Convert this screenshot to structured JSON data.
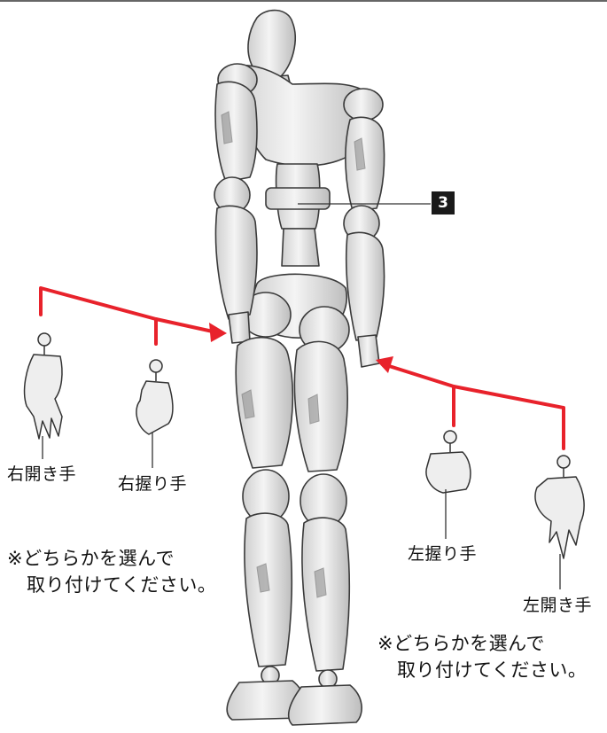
{
  "part_badge": "3",
  "hands": {
    "right_open": "右開き手",
    "right_fist": "右握り手",
    "left_fist": "左握り手",
    "left_open": "左開き手"
  },
  "notes": {
    "left": [
      "※どちらかを選んで",
      "取り付けてください。"
    ],
    "right": [
      "※どちらかを選んで",
      "取り付けてください。"
    ]
  },
  "colors": {
    "arrow": "#e8222b",
    "figure_fill": "#e9e9e9",
    "figure_stroke": "#3a3a3a",
    "badge": "#1a1a1a"
  }
}
